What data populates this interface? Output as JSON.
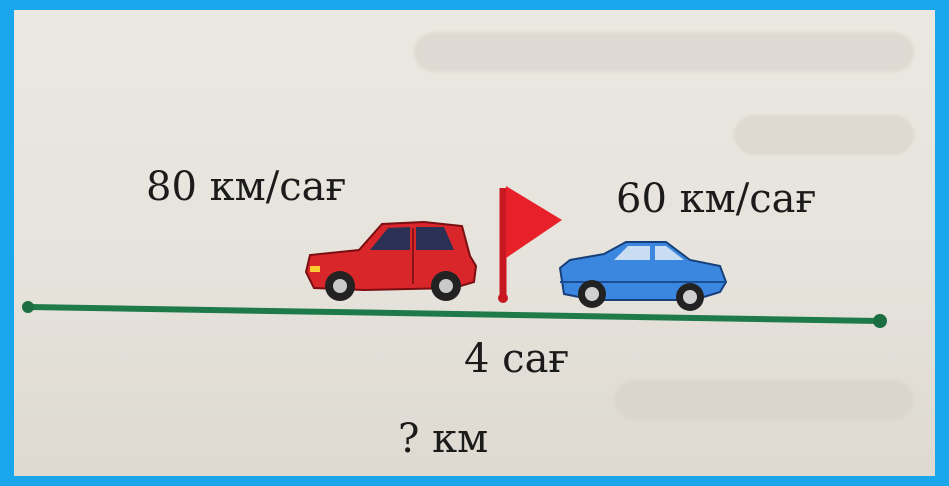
{
  "labels": {
    "left_speed": "80 км/сағ",
    "right_speed": "60 км/сағ",
    "time": "4 сағ",
    "distance": "? км"
  },
  "colors": {
    "frame": "#1aa6ea",
    "road": "#1f7a4a",
    "red_car": "#d9262b",
    "blue_car": "#3b87e0",
    "flag": "#e8202a"
  },
  "icons": [
    "red-car-icon",
    "blue-car-icon",
    "flag-icon"
  ]
}
